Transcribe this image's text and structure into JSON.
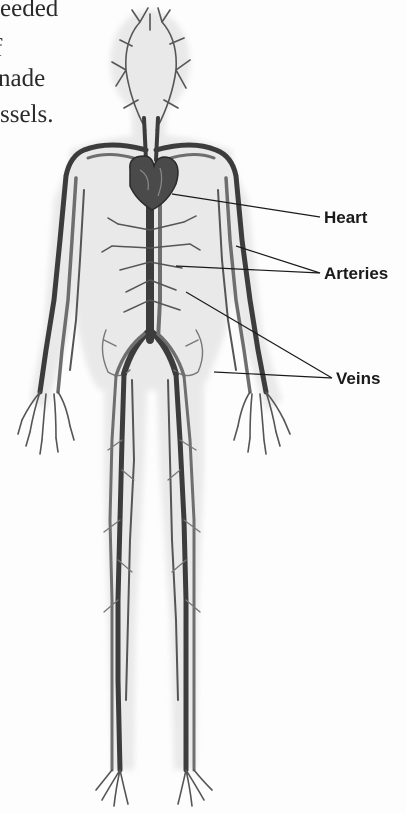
{
  "page_text": [
    "eeded",
    "f",
    "nade",
    "ssels."
  ],
  "labels": {
    "heart": "Heart",
    "arteries": "Arteries",
    "veins": "Veins"
  },
  "colors": {
    "vessel_dark": "#3c3c3c",
    "vessel_mid": "#6e6e6e",
    "body_shade": "#e4e4e4",
    "heart_fill": "#4a4a4a"
  }
}
